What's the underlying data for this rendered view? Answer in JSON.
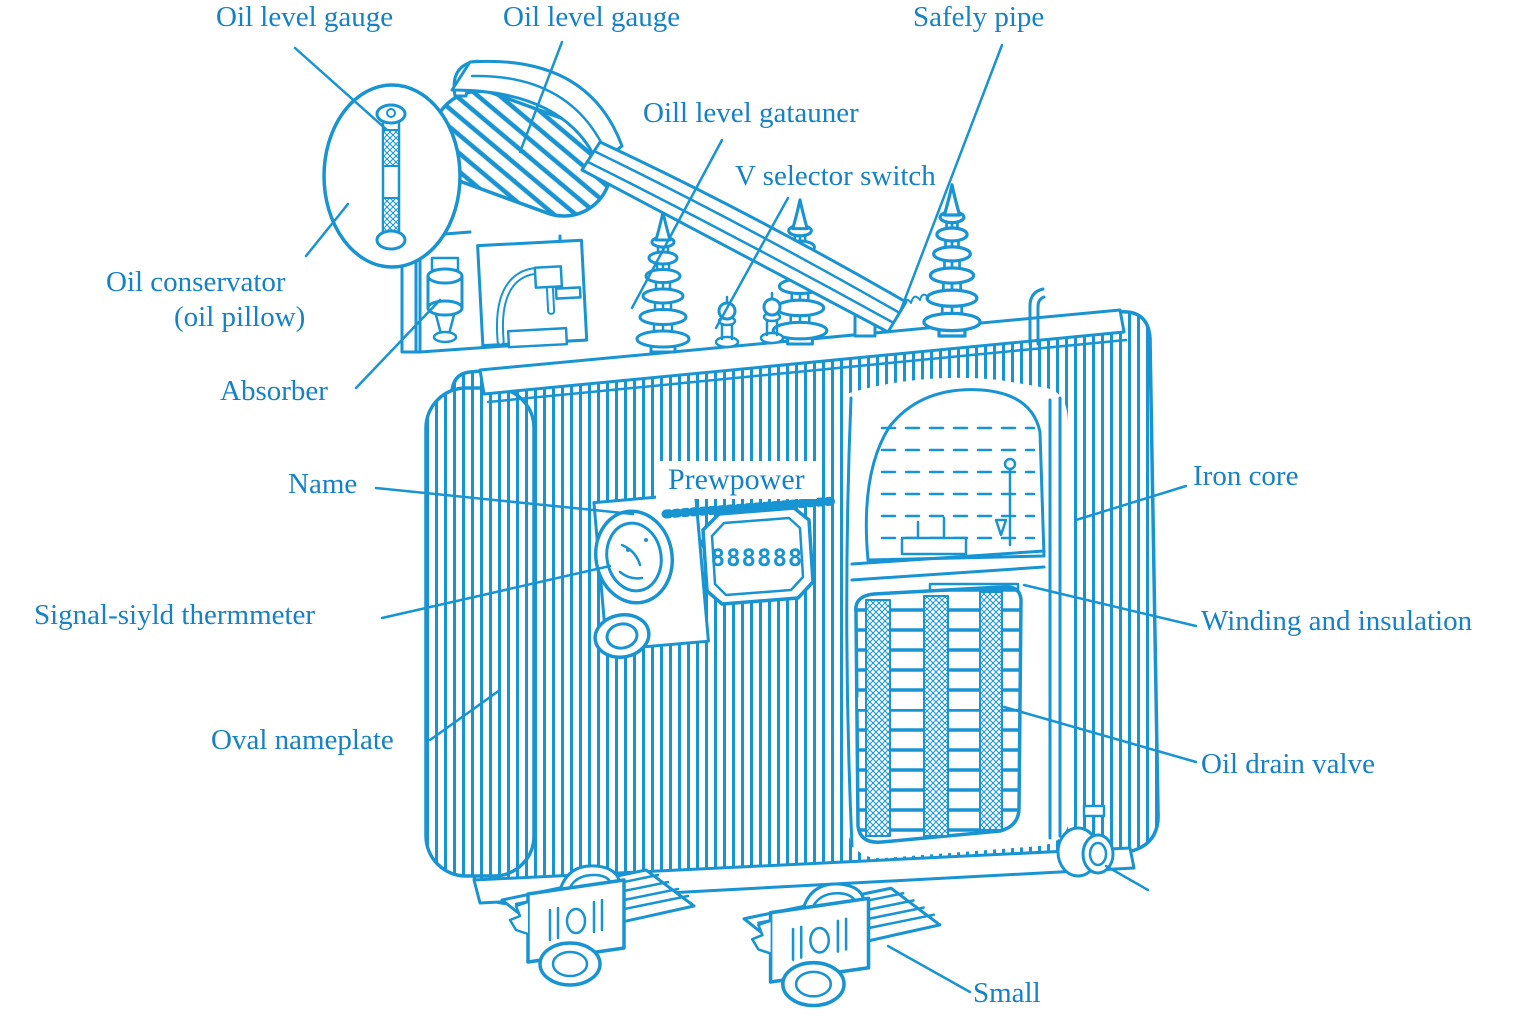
{
  "diagram": {
    "subject": "Oil-immersed power transformer cutaway diagram",
    "ink_color": "#1894d2",
    "text_color": "#1581c6",
    "labels": {
      "oil_level_gauge_left": "Oil level gauge",
      "oil_level_gauge_right": "Oil level gauge",
      "safely_pipe": "Safely pipe",
      "oill_level_gatauner": "Oill level gatauner",
      "v_selector_switch": "V selector switch",
      "oil_conservator": "Oil conservator",
      "oil_pillow": "(oil pillow)",
      "absorber": "Absorber",
      "name": "Name",
      "signal_thermometer": "Signal-siyld thermmeter",
      "oval_nameplate": "Oval nameplate",
      "iron_core": "Iron core",
      "winding_and_insulation": "Winding and insulation",
      "oil_drain_valve": "Oil drain valve",
      "small": "Small",
      "prewpower": "Prewpower",
      "nameplate_digits": "888888"
    }
  }
}
